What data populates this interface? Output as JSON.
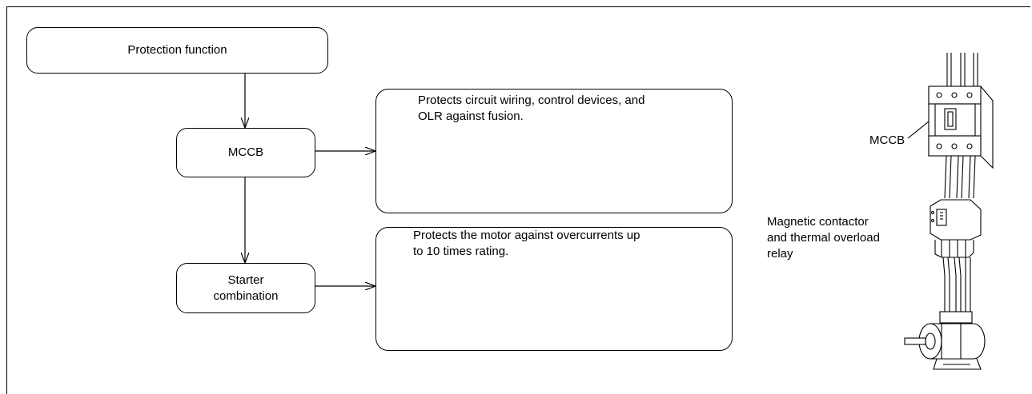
{
  "flowchart": {
    "root_label": "Protection function",
    "mccb_label": "MCCB",
    "starter_label_line1": "Starter",
    "starter_label_line2": "combination",
    "mccb_desc_line1": "Protects circuit wiring, control devices, and",
    "mccb_desc_line2": "OLR against fusion.",
    "starter_desc_line1": "Protects the motor against overcurrents up",
    "starter_desc_line2": "to 10 times rating."
  },
  "illustration": {
    "mccb_callout": "MCCB",
    "contactor_line1": "Magnetic contactor",
    "contactor_line2": "and thermal overload",
    "contactor_line3": "relay"
  }
}
